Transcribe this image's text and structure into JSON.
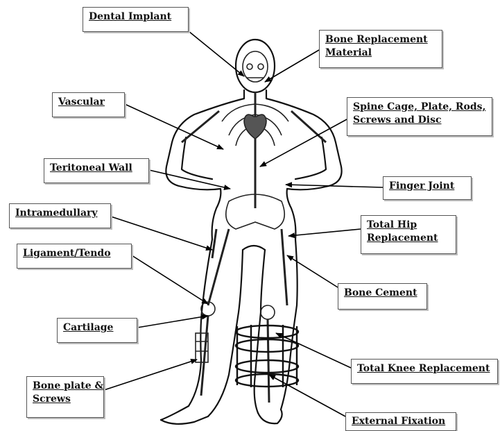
{
  "labels": [
    {
      "id": "dental-implant",
      "lines": [
        "Dental Implant"
      ]
    },
    {
      "id": "bone-replacement-material",
      "lines": [
        "Bone Replacement",
        "Material"
      ]
    },
    {
      "id": "vascular",
      "lines": [
        "Vascular"
      ]
    },
    {
      "id": "spine",
      "lines": [
        "Spine Cage, Plate, Rods,",
        "Screws and Disc"
      ]
    },
    {
      "id": "teritoneal-wall",
      "lines": [
        "Teritoneal Wall"
      ]
    },
    {
      "id": "finger-joint",
      "lines": [
        "Finger Joint"
      ]
    },
    {
      "id": "intramedullary",
      "lines": [
        "Intramedullary"
      ]
    },
    {
      "id": "total-hip",
      "lines": [
        "Total Hip",
        "Replacement"
      ]
    },
    {
      "id": "ligament",
      "lines": [
        "Ligament/Tendo"
      ]
    },
    {
      "id": "bone-cement",
      "lines": [
        "Bone Cement"
      ]
    },
    {
      "id": "cartilage",
      "lines": [
        "Cartilage"
      ]
    },
    {
      "id": "total-knee",
      "lines": [
        "Total Knee Replacement"
      ]
    },
    {
      "id": "bone-plate",
      "lines": [
        "Bone plate &",
        "Screws"
      ]
    },
    {
      "id": "external-fixation",
      "lines": [
        "External Fixation"
      ]
    }
  ]
}
